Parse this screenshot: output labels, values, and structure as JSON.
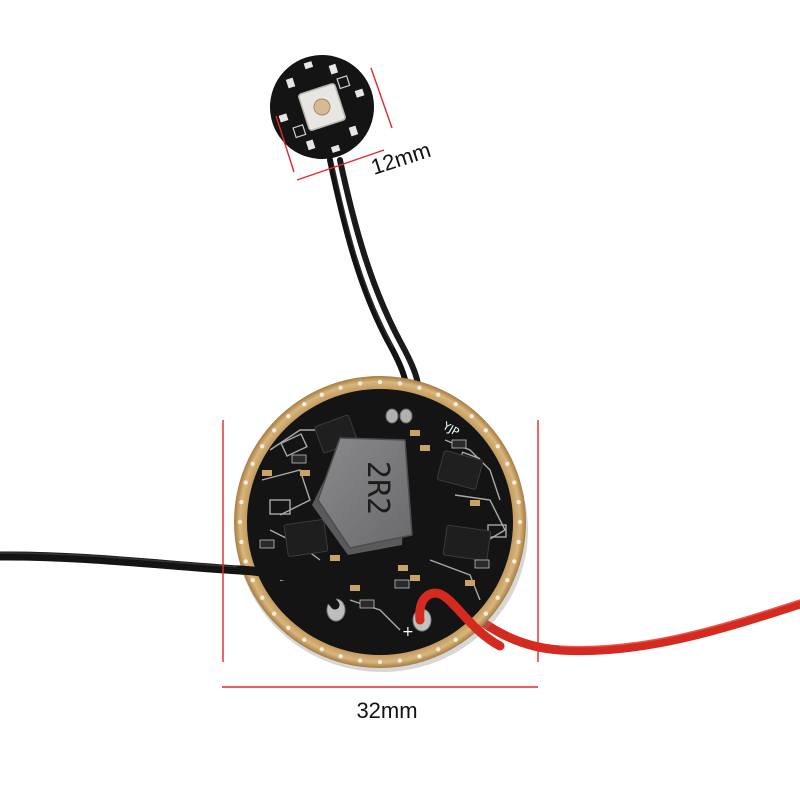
{
  "photo": {
    "subject": "flashlight driver circuit board",
    "background_color": "#ffffff"
  },
  "dimensions": {
    "small_board_label": "12mm",
    "large_board_label": "32mm",
    "line_color": "#e8262a"
  },
  "board_markings": {
    "inductor": "2R2",
    "silkscreen_brand": "YJP",
    "silkscreen_symbol": "+"
  },
  "colors": {
    "pcb": "#141414",
    "gold_ring": "#c9a266",
    "inductor_top": "#7b7b7e",
    "inductor_side": "#5a5a5c",
    "wire_black": "#161616",
    "wire_red": "#d42a1f",
    "trace": "#cfcfcf"
  }
}
